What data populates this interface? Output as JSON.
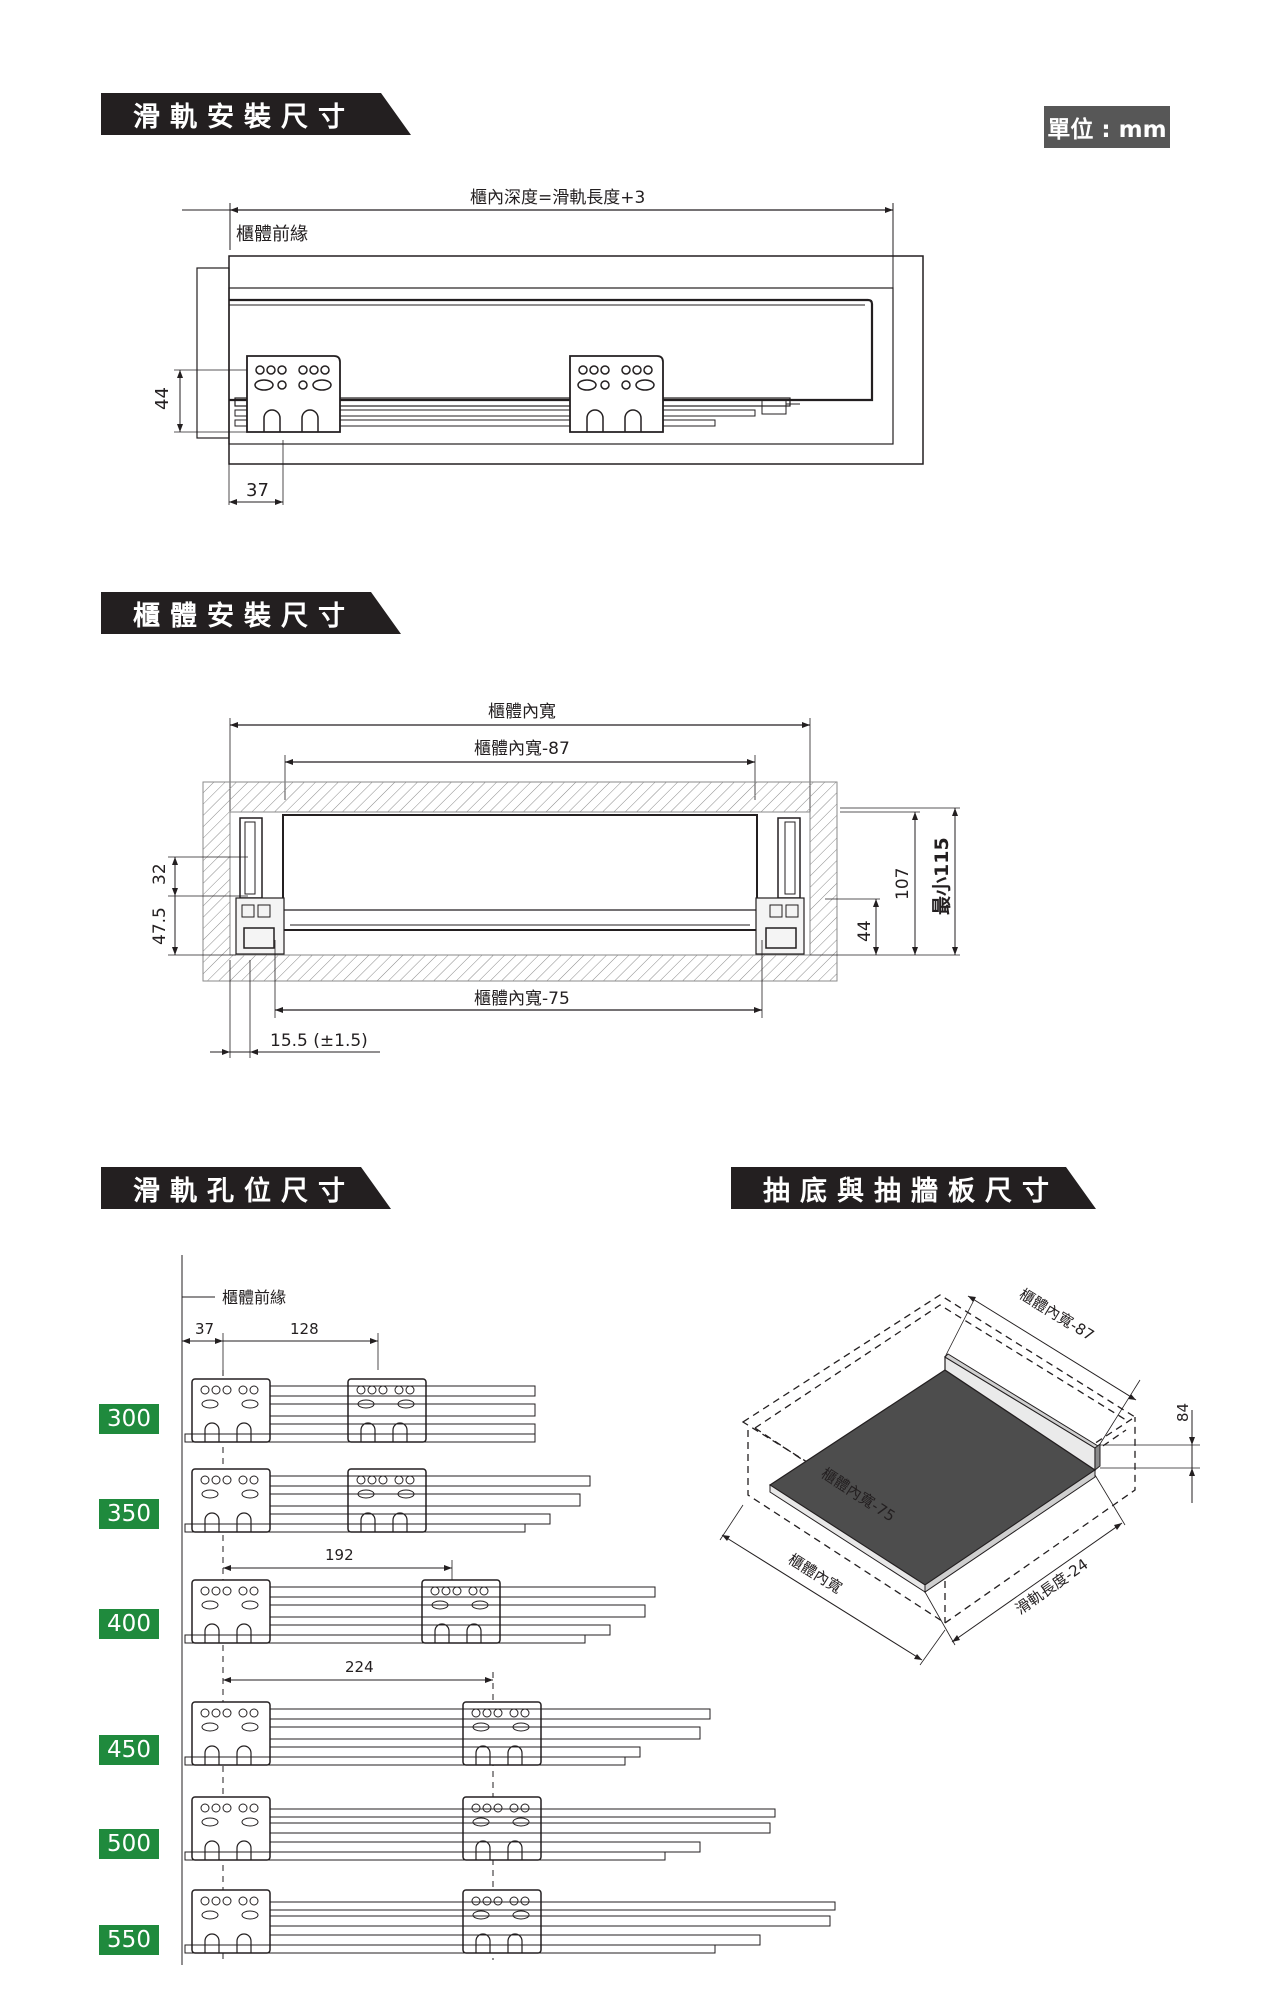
{
  "sections": {
    "s1": "滑軌安裝尺寸",
    "s2": "櫃體安裝尺寸",
    "s3": "滑軌孔位尺寸",
    "s4": "抽底與抽牆板尺寸"
  },
  "unit": "單位 : mm",
  "d1": {
    "top_dim": "櫃內深度=滑軌長度+3",
    "front_edge": "櫃體前緣",
    "h44": "44",
    "w37": "37"
  },
  "d2": {
    "inner_w": "櫃體內寬",
    "inner_w_87": "櫃體內寬-87",
    "inner_w_75": "櫃體內寬-75",
    "d32": "32",
    "d47": "47.5",
    "d15": "15.5 (±1.5)",
    "d44": "44",
    "d107": "107",
    "min115": "最小115"
  },
  "d3": {
    "front_edge": "櫃體前緣",
    "d37": "37",
    "d128": "128",
    "d192": "192",
    "d224": "224",
    "lengths": [
      "300",
      "350",
      "400",
      "450",
      "500",
      "550"
    ]
  },
  "d4": {
    "w87": "櫃體內寬-87",
    "w75": "櫃體內寬-75",
    "w": "櫃體內寬",
    "len24": "滑軌長度-24",
    "h84": "84"
  }
}
